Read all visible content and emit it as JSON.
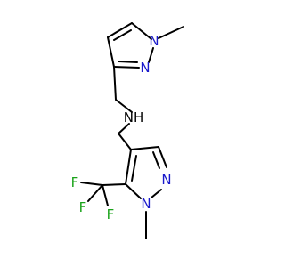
{
  "molecule": {
    "atoms": [
      {
        "id": "n_top_1",
        "symbol": "N",
        "color": "#1a1acc"
      },
      {
        "id": "n_top_2",
        "symbol": "N",
        "color": "#1a1acc"
      },
      {
        "id": "nh_amine",
        "symbol": "NH",
        "color": "#000000"
      },
      {
        "id": "n_bot_1",
        "symbol": "N",
        "color": "#1a1acc"
      },
      {
        "id": "n_bot_2",
        "symbol": "N",
        "color": "#1a1acc"
      },
      {
        "id": "f_1",
        "symbol": "F",
        "color": "#1aa31a"
      },
      {
        "id": "f_2",
        "symbol": "F",
        "color": "#1aa31a"
      },
      {
        "id": "f_3",
        "symbol": "F",
        "color": "#1aa31a"
      }
    ]
  }
}
